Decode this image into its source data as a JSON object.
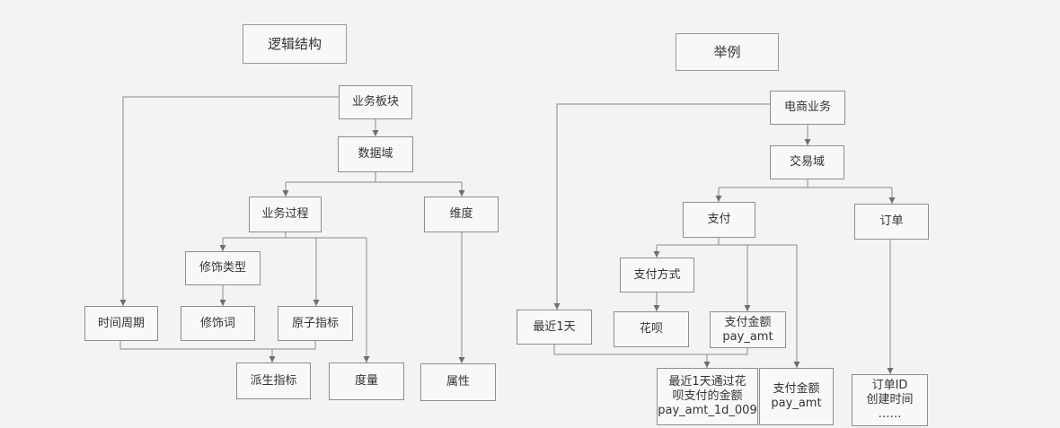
{
  "logic": {
    "title": "逻辑结构",
    "business_section": "业务板块",
    "data_domain": "数据域",
    "business_process": "业务过程",
    "dimension": "维度",
    "modifier_type": "修饰类型",
    "time_period": "时间周期",
    "modifier": "修饰词",
    "atomic_metric": "原子指标",
    "derived_metric": "派生指标",
    "measure": "度量",
    "attribute": "属性"
  },
  "example": {
    "title": "举例",
    "ecommerce": "电商业务",
    "trade_domain": "交易域",
    "payment": "支付",
    "order": "订单",
    "payment_method": "支付方式",
    "last_1_day": "最近1天",
    "huabei": "花呗",
    "pay_amount_atomic": "支付金额\npay_amt",
    "derived_pay_amount": "最近1天通过花\n呗支付的金额\npay_amt_1d_009",
    "pay_amount_measure": "支付金额\npay_amt",
    "order_attributes": "订单ID\n创建时间\n……"
  }
}
